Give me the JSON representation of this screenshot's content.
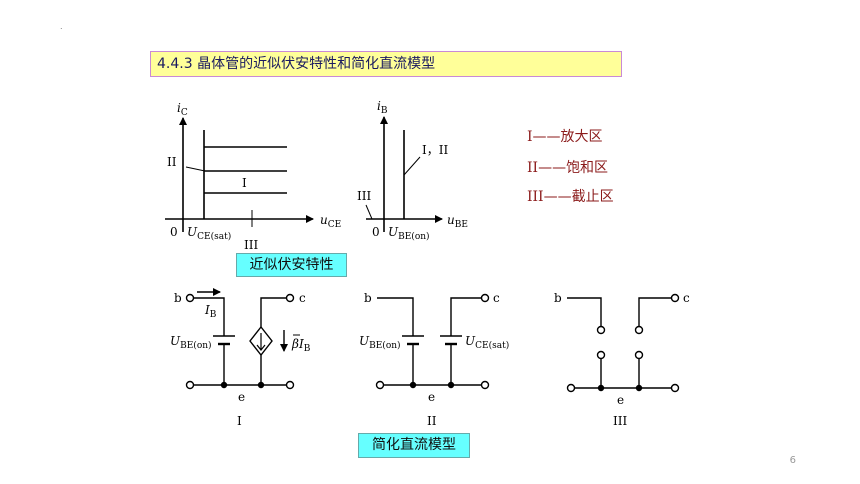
{
  "header": {
    "title": "4.4.3    晶体管的近似伏安特性和简化直流模型",
    "marker": "."
  },
  "graph1": {
    "ylabel_main": "i",
    "ylabel_sub": "C",
    "xlabel_main": "u",
    "xlabel_sub": "CE",
    "origin": "0",
    "sat_main": "U",
    "sat_sub": "CE(sat)",
    "region2": "II",
    "region1": "I",
    "region3": "III"
  },
  "graph2": {
    "ylabel_main": "i",
    "ylabel_sub": "B",
    "xlabel_main": "u",
    "xlabel_sub": "BE",
    "origin": "0",
    "on_main": "U",
    "on_sub": "BE(on)",
    "region12": "I，II",
    "region3": "III"
  },
  "legend": [
    {
      "roman": "I",
      "label": "——放大区"
    },
    {
      "roman": "II",
      "label": "——饱和区"
    },
    {
      "roman": "III",
      "label": "——截止区"
    }
  ],
  "captions": {
    "characteristics": "近似伏安特性",
    "models": "简化直流模型"
  },
  "circuit1": {
    "b": "b",
    "c": "c",
    "e": "e",
    "ib_main": "I",
    "ib_sub": "B",
    "ube_main": "U",
    "ube_sub": "BE(on)",
    "beta": "β",
    "beta_i": "I",
    "beta_sub": "B",
    "label": "I"
  },
  "circuit2": {
    "b": "b",
    "c": "c",
    "e": "e",
    "ube_main": "U",
    "ube_sub": "BE(on)",
    "uce_main": "U",
    "uce_sub": "CE(sat)",
    "label": "II"
  },
  "circuit3": {
    "b": "b",
    "c": "c",
    "e": "e",
    "label": "III"
  },
  "page": {
    "number": "6"
  },
  "colors": {
    "title_bg": "#ffff99",
    "title_border": "#c98ad6",
    "caption_bg": "#66ffff",
    "legend_text": "#8b1a1a"
  }
}
